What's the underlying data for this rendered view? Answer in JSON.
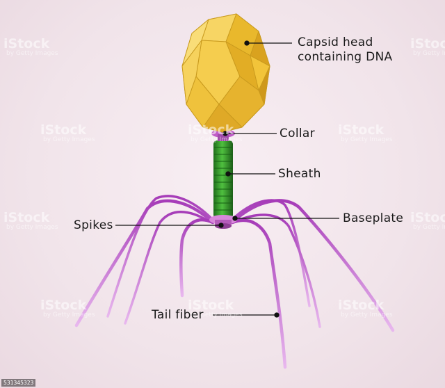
{
  "labels": {
    "capsid_line1": "Capsid head",
    "capsid_line2": "containing DNA",
    "collar": "Collar",
    "sheath": "Sheath",
    "baseplate": "Baseplate",
    "spikes": "Spikes",
    "tail_fiber": "Tail fiber"
  },
  "watermark": {
    "brand": "iStock",
    "sub": "by Getty Images",
    "image_id": "531345323"
  },
  "colors": {
    "capsid": "#f2c43a",
    "sheath": "#2f9a2a",
    "fiber": "#b84fc4",
    "background": "#f2e6ec"
  }
}
